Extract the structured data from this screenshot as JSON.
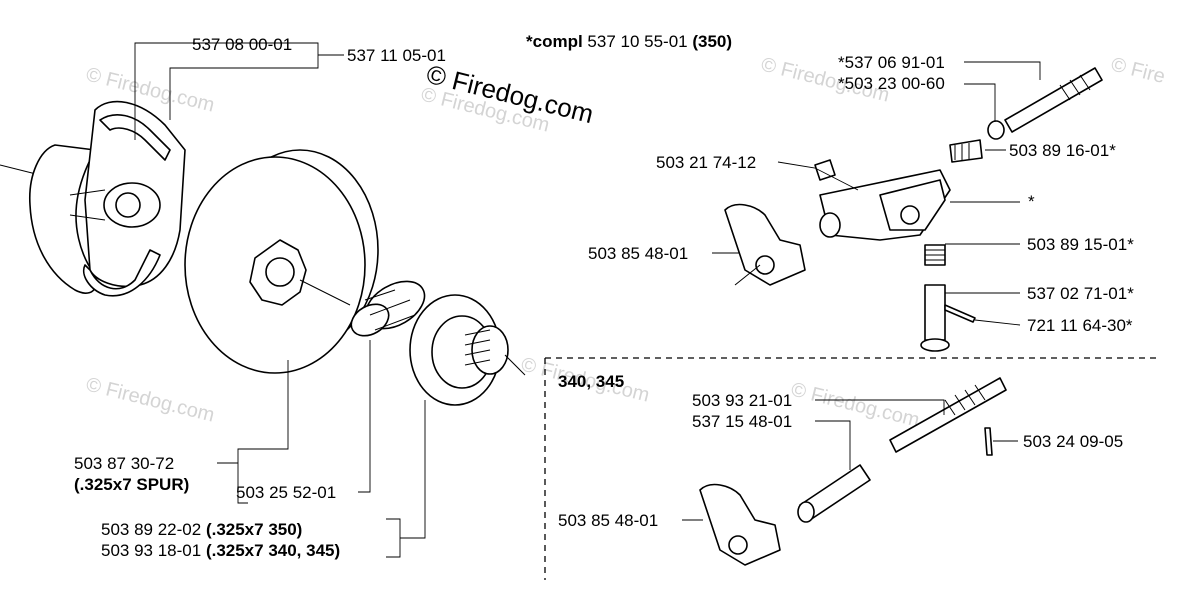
{
  "watermark": {
    "main": "© Firedog.com",
    "tiles": [
      "© Firedog.com",
      "© Firedog.com",
      "© Firedog.com",
      "© Firedog.com",
      "© Firedog.com",
      "© Firedog.com",
      "© Fire"
    ]
  },
  "compl": {
    "prefix": "*compl",
    "number": "537 10 55-01",
    "model": "(350)"
  },
  "section": {
    "title": "340, 345"
  },
  "labels": {
    "clutch_shoe": "537 08 00-01",
    "clutch_compl": "537 11 05-01",
    "pump_shaft_a": "*537 06 91-01",
    "pump_washer": "*503 23 00-60",
    "pump_spring_top": "503 89 16-01*",
    "pump_screw": "503 21 74-12",
    "pump_body_star": "*",
    "pump_bracket_top": "503 85 48-01",
    "pump_spring_lower": "503 89 15-01*",
    "pump_plunger": "537 02 71-01*",
    "pump_pin": "721 11 64-30*",
    "shaft_b_1": "503 93 21-01",
    "shaft_b_2": "537 15 48-01",
    "pin_b": "503 24 09-05",
    "bracket_b": "503 85 48-01",
    "drum_number": "503 87 30-72",
    "drum_spec": "(.325x7 SPUR)",
    "needle_bearing": "503 25 52-01",
    "rim_1_number": "503 89 22-02",
    "rim_1_spec": "(.325x7  350)",
    "rim_2_number": "503 93 18-01",
    "rim_2_spec": "(.325x7  340, 345)"
  }
}
